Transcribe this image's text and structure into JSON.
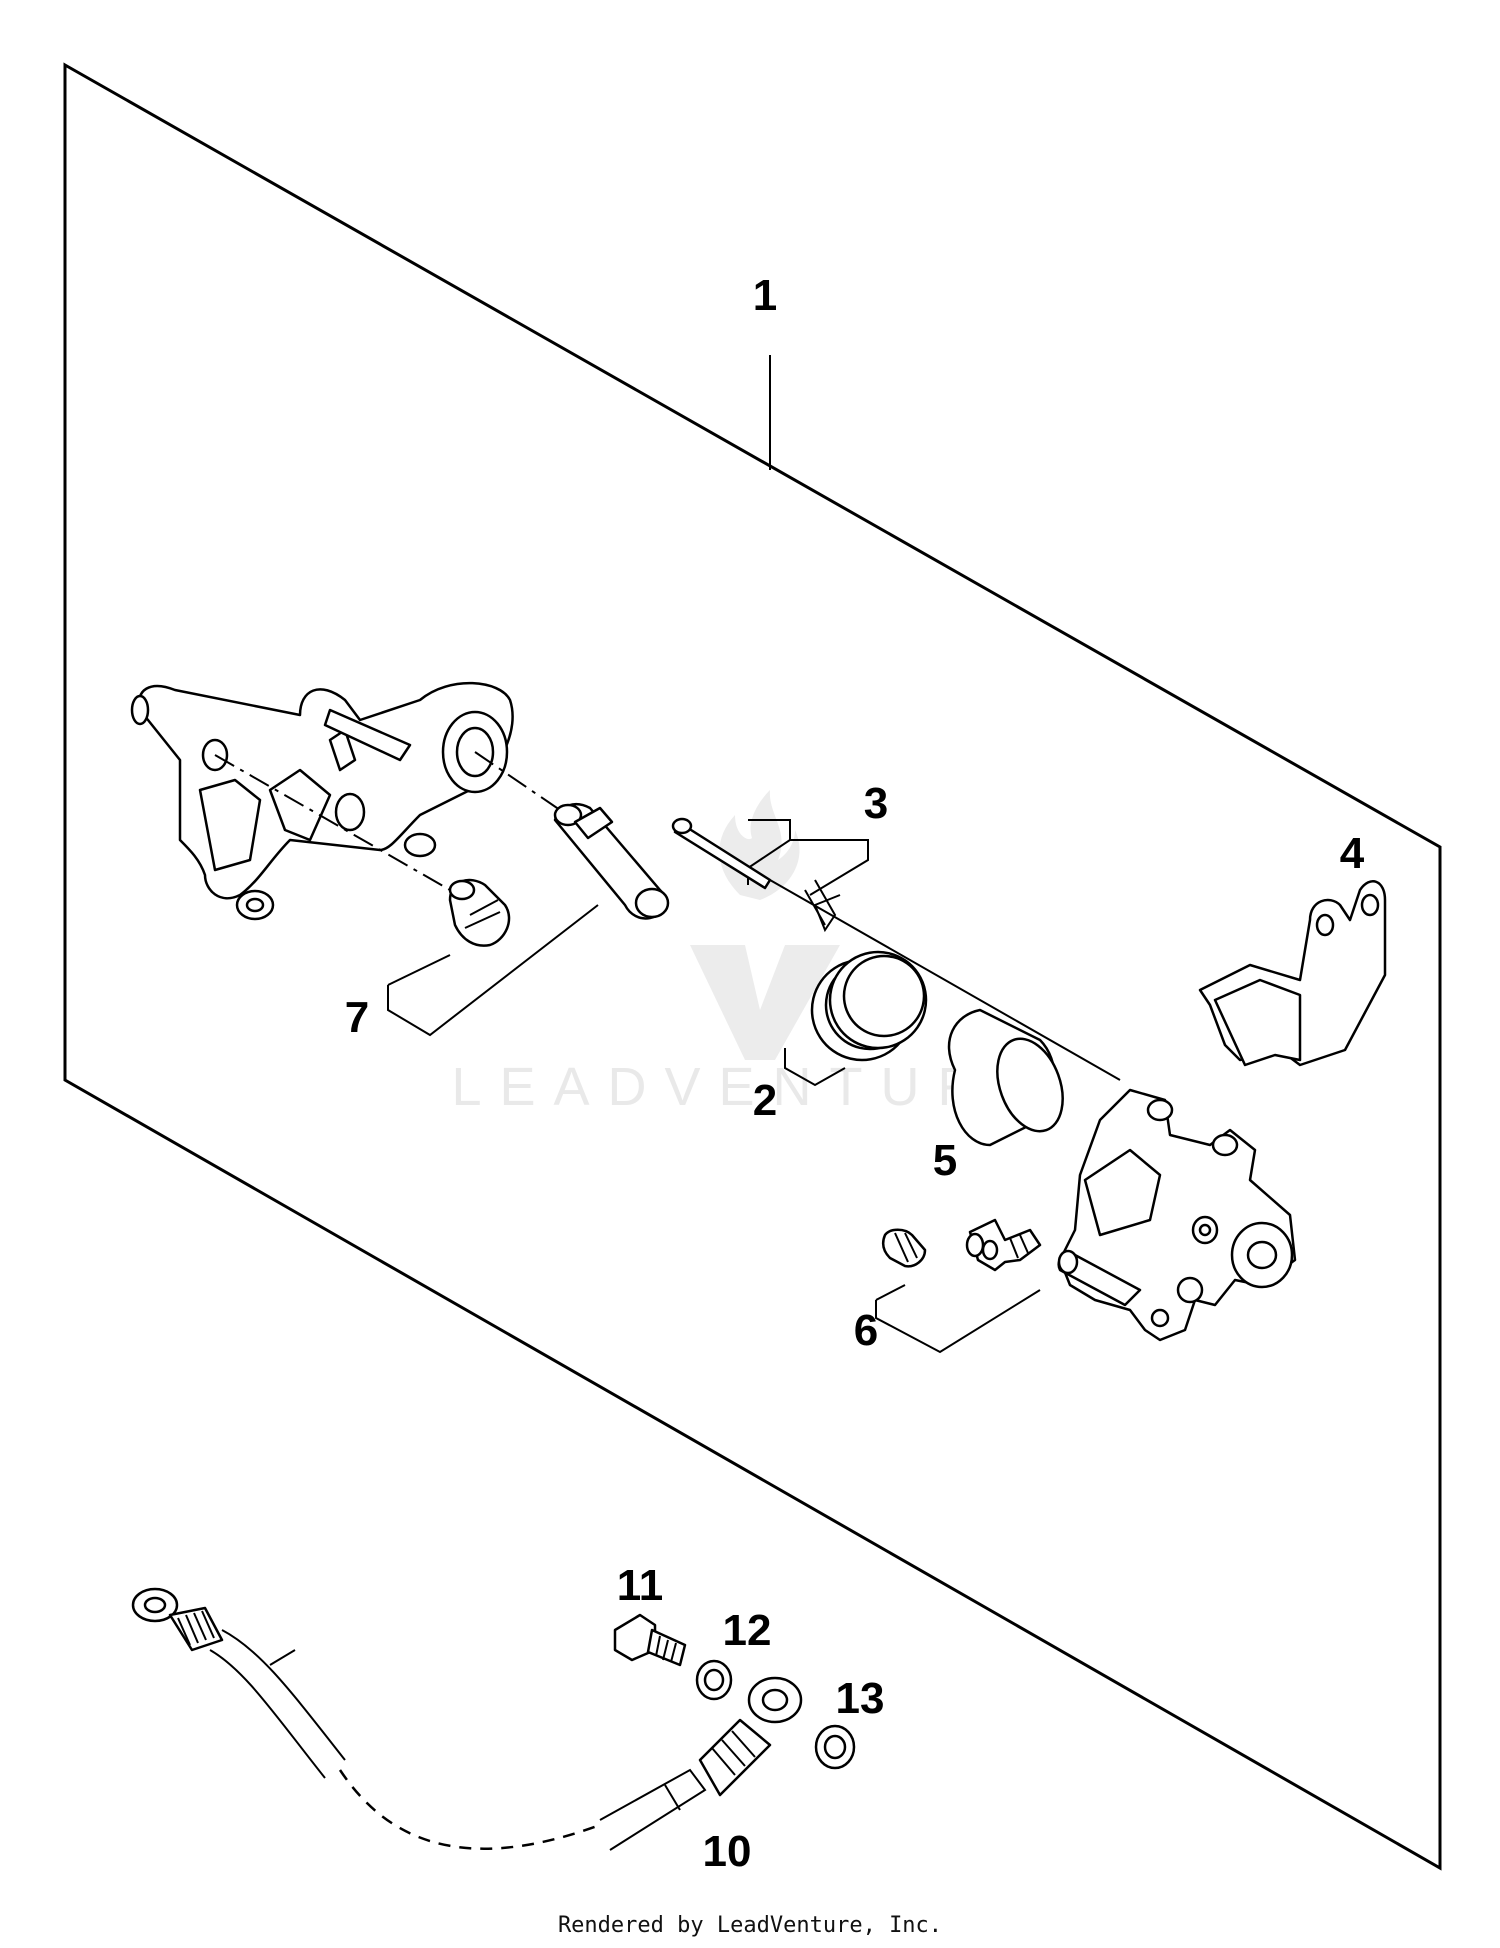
{
  "watermark": {
    "text": "LEADVENTURE"
  },
  "footer": {
    "text": "Rendered by LeadVenture, Inc."
  },
  "callouts": [
    {
      "id": "1",
      "label": "1"
    },
    {
      "id": "2",
      "label": "2"
    },
    {
      "id": "3",
      "label": "3"
    },
    {
      "id": "4",
      "label": "4"
    },
    {
      "id": "5",
      "label": "5"
    },
    {
      "id": "6",
      "label": "6"
    },
    {
      "id": "7",
      "label": "7"
    },
    {
      "id": "10",
      "label": "10"
    },
    {
      "id": "11",
      "label": "11"
    },
    {
      "id": "12",
      "label": "12"
    },
    {
      "id": "13",
      "label": "13"
    }
  ]
}
